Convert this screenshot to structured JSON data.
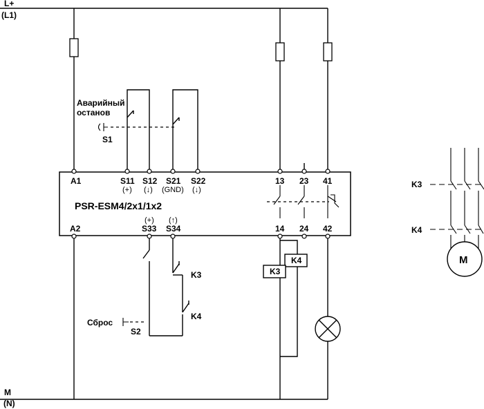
{
  "supply": {
    "top_label": "L+",
    "top_sub": "(L1)",
    "bottom_label": "M",
    "bottom_sub": "(N)"
  },
  "module": {
    "model": "PSR-ESM4/2x1/1x2",
    "terminals_top": [
      {
        "name": "A1",
        "sub": ""
      },
      {
        "name": "S11",
        "sub": "(+)"
      },
      {
        "name": "S12",
        "sub": "(↓)"
      },
      {
        "name": "S21",
        "sub": "(GND)"
      },
      {
        "name": "S22",
        "sub": "(↓)"
      },
      {
        "name": "13",
        "sub": ""
      },
      {
        "name": "23",
        "sub": ""
      },
      {
        "name": "41",
        "sub": ""
      }
    ],
    "terminals_bottom": [
      {
        "name": "A2",
        "sub": ""
      },
      {
        "name": "S33",
        "sup": "(+)"
      },
      {
        "name": "S34",
        "sup": "(↑)"
      },
      {
        "name": "14",
        "sub": ""
      },
      {
        "name": "24",
        "sub": ""
      },
      {
        "name": "42",
        "sub": ""
      }
    ]
  },
  "emergency_stop": {
    "caption_line1": "Аварийный",
    "caption_line2": "останов",
    "id": "S1"
  },
  "reset": {
    "caption": "Сброс",
    "id": "S2"
  },
  "feedback_contacts": [
    "K3",
    "K4"
  ],
  "coils": [
    "K4",
    "K3"
  ],
  "motor": {
    "symbol": "M",
    "contactors": [
      "K3",
      "K4"
    ]
  }
}
